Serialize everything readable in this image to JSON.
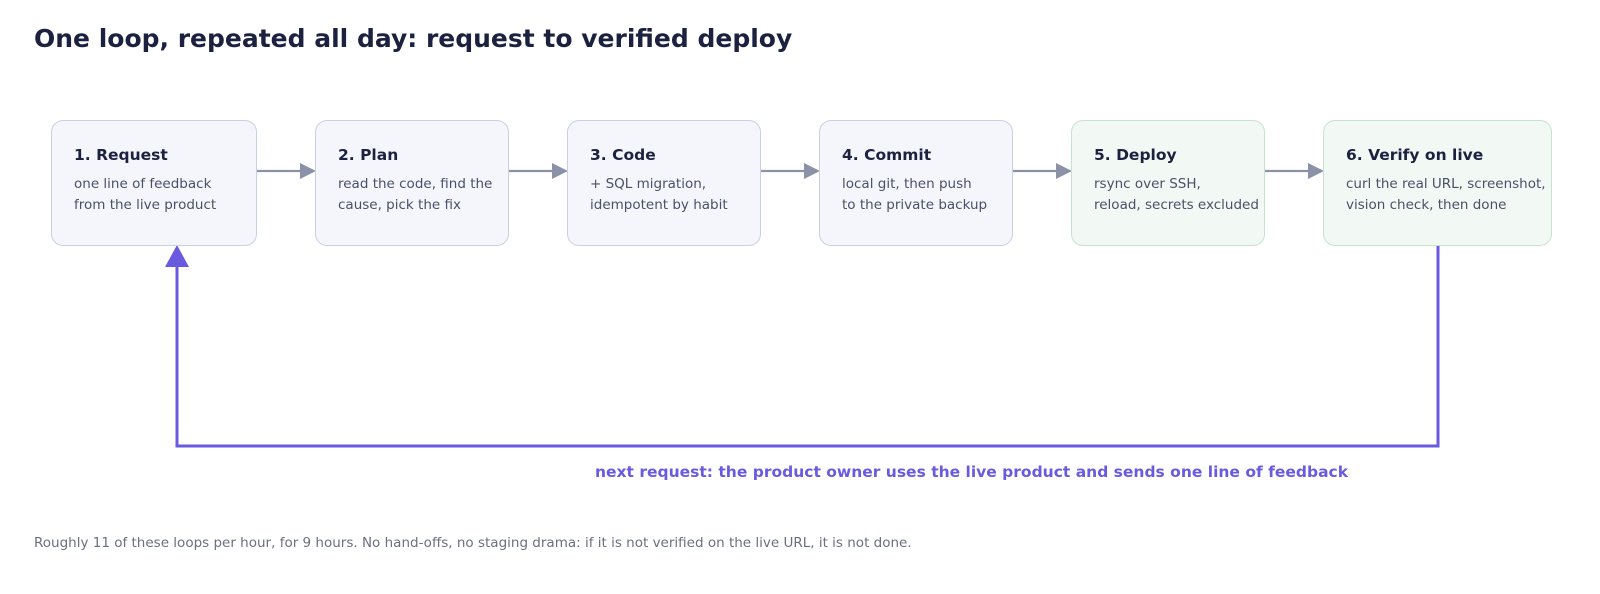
{
  "title": "One loop, repeated all day: request to verified deploy",
  "colors": {
    "box_border": "#c9cfe6",
    "box_fill": "#f5f6fb",
    "deploy_box_border": "#c6e3cf",
    "deploy_box_fill": "#f2f9f4",
    "arrow": "#8b92a8",
    "loop": "#6a5ae0"
  },
  "steps": [
    {
      "title": "1. Request",
      "line1": "one line of feedback",
      "line2": "from the live product",
      "variant": "default"
    },
    {
      "title": "2. Plan",
      "line1": "read the code, find the",
      "line2": "cause, pick the fix",
      "variant": "default"
    },
    {
      "title": "3. Code",
      "line1": "+ SQL migration,",
      "line2": "idempotent by habit",
      "variant": "default"
    },
    {
      "title": "4. Commit",
      "line1": "local git, then push",
      "line2": "to the private backup",
      "variant": "default"
    },
    {
      "title": "5. Deploy",
      "line1": "rsync over SSH,",
      "line2": "reload, secrets excluded",
      "variant": "green"
    },
    {
      "title": "6. Verify on live",
      "line1": "curl the real URL, screenshot,",
      "line2": "vision check, then done",
      "variant": "green"
    }
  ],
  "loop_label": "next request: the product owner uses the live product and sends one line of feedback",
  "footer": "Roughly 11 of these loops per hour, for 9 hours. No hand-offs, no staging drama: if it is not verified on the live URL, it is not done."
}
